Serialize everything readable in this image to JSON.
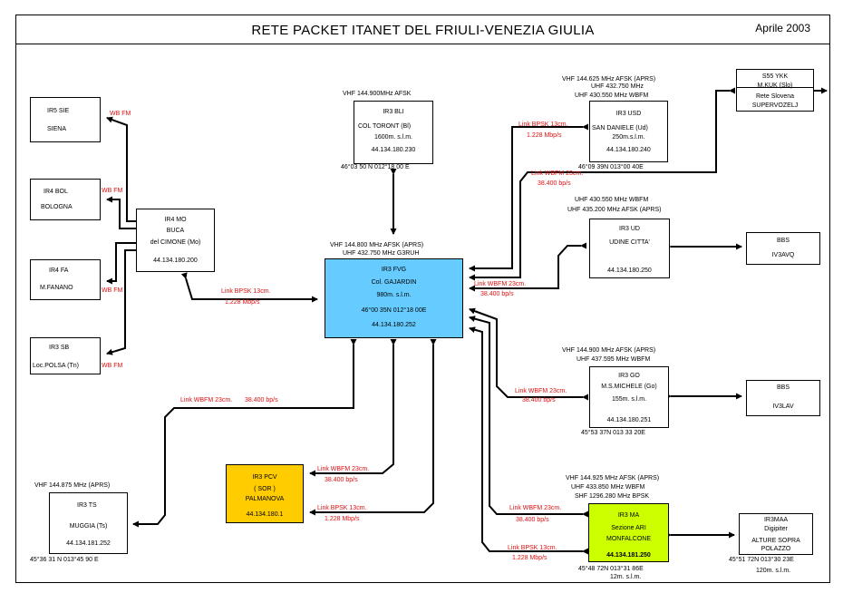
{
  "header": {
    "title": "RETE PACKET ITANET DEL FRIULI-VENEZIA GIULIA",
    "date": "Aprile 2003"
  },
  "nodes": {
    "ir5sie": {
      "lines": [
        "IR5 SIE",
        "SIENA"
      ]
    },
    "ir4bol": {
      "lines": [
        "IR4 BOL",
        "BOLOGNA"
      ]
    },
    "ir4fa": {
      "lines": [
        "IR4 FA",
        "M.FANANO"
      ]
    },
    "ir3sb": {
      "lines": [
        "IR3 SB",
        "Loc.POLSA (Tn)"
      ]
    },
    "ir4mo": {
      "lines": [
        "IR4 MO",
        "BUCA",
        "del CIMONE (Mo)",
        "44.134.180.200"
      ]
    },
    "ir3bli": {
      "lines": [
        "IR3 BLI",
        "COL TORONT (Bl)",
        "1600m. s.l.m.",
        "44.134.180.230"
      ],
      "above": "VHF 144.900MHz AFSK",
      "below": "46°03 50 N 012°18 00 E"
    },
    "ir3fvg": {
      "lines": [
        "IR3 FVG",
        "Col. GAJARDIN",
        "980m. s.l.m.",
        "46°00 35N 012°18 00E",
        "44.134.180.252"
      ],
      "above": [
        "VHF 144.800 MHz AFSK (APRS)",
        "UHF 432.750 MHz G3RUH"
      ]
    },
    "ir3usd": {
      "lines": [
        "IR3 USD",
        "SAN DANIELE (Ud)",
        "250m.s.l.m.",
        "44.134.180.240"
      ],
      "above": [
        "VHF 144.625 MHz AFSK (APRS)",
        "UHF 432.750 MHz",
        "UHF 430.550 MHz WBFM"
      ],
      "below": "46°09 39N 013°00 40E"
    },
    "s55ykk": {
      "lines": [
        "S55 YKK",
        "M.KUK (Slo)",
        "Rete Slovena",
        "SUPERVOZELJ"
      ]
    },
    "ir3ud": {
      "lines": [
        "IR3 UD",
        "UDINE CITTA'",
        "44.134.180.250"
      ],
      "above": [
        "UHF 430.550 MHz WBFM",
        "UHF 435.200 MHz AFSK (APRS)"
      ]
    },
    "bbs_ud": {
      "lines": [
        "BBS",
        "IV3AVQ"
      ]
    },
    "ir3go": {
      "lines": [
        "IR3 GO",
        "M.S.MICHELE (Go)",
        "155m. s.l.m.",
        "44.134.180.251"
      ],
      "above": [
        "VHF 144.900 MHz AFSK (APRS)",
        "UHF 437.595 MHz WBFM"
      ],
      "below": "45°53 37N 013 33 20E"
    },
    "bbs_go": {
      "lines": [
        "BBS",
        "IV3LAV"
      ]
    },
    "ir3pcv": {
      "lines": [
        "IR3    PCV",
        "( SOR )",
        "PALMANOVA",
        "44.134.180.1"
      ]
    },
    "ir3ts": {
      "lines": [
        "IR3 TS",
        "MUGGIA  (Ts)",
        "44.134.181.252"
      ],
      "above": "VHF 144.875 MHz (APRS)",
      "below": "45°36 31 N 013°45 90 E"
    },
    "ir3ma": {
      "lines": [
        "IR3 MA",
        "Sezione ARI",
        "MONFALCONE",
        "44.134.181.250"
      ],
      "above": [
        "VHF 144.925 MHz AFSK (APRS)",
        "UHF 433.850 MHz WBFM",
        "SHF 1296.280 MHz BPSK"
      ],
      "below": [
        "45°48 72N 013°31 86E",
        "12m. s.l.m."
      ]
    },
    "ir3maa": {
      "lines": [
        "IR3MAA",
        "Digipiter",
        "ALTURE SOPRA",
        "POLAZZO"
      ],
      "below": [
        "45°51 72N 013°30 23E",
        "120m. s.l.m."
      ]
    }
  },
  "links": {
    "wbfm_sie": "WB FM",
    "wbfm_bol": "WB FM",
    "wbfm_fa": "WB FM",
    "wbfm_sb": "WB FM",
    "mo_fvg": [
      "Link BPSK 13cm.",
      "1.228 Mbp/s"
    ],
    "usd_bpsk": [
      "Link BPSK 13cm.",
      "1.228 Mbp/s"
    ],
    "usd_wbfm": [
      "Link WBFM 23cm.",
      "38.400 bp/s"
    ],
    "ud_wbfm": [
      "Link WBFM 23cm.",
      "38.400 bp/s"
    ],
    "go_wbfm": [
      "Link WBFM 23cm.",
      "38.400 bp/s"
    ],
    "ts_wbfm": [
      "Link WBFM 23cm.",
      "38.400 bp/s"
    ],
    "pcv_wbfm": [
      "Link WBFM 23cm.",
      "38.400 bp/s"
    ],
    "pcv_bpsk": [
      "Link BPSK 13cm.",
      "1.228 Mbp/s"
    ],
    "ma_wbfm": [
      "Link WBFM 23cm.",
      "38.400 bp/s"
    ],
    "ma_bpsk": [
      "Link BPSK 13cm.",
      "1.228 Mbp/s"
    ]
  },
  "colors": {
    "fvg": "#66ccff",
    "pcv": "#ffcc00",
    "ma": "#ccff00",
    "link_text": "#e01010"
  }
}
